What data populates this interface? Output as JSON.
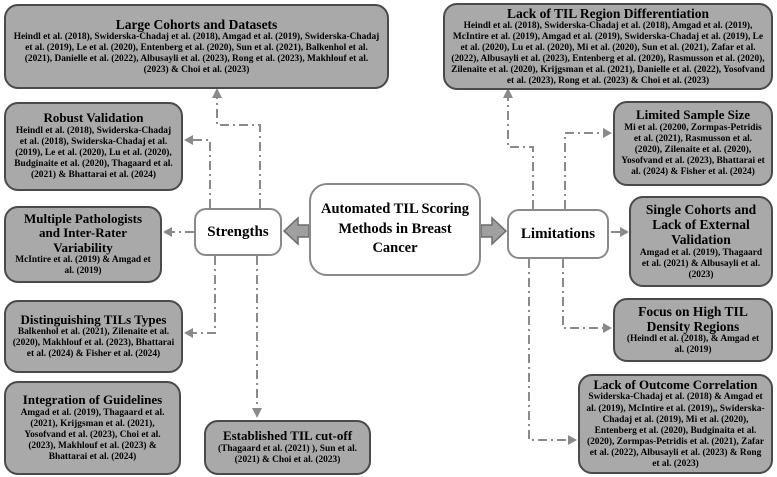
{
  "center_box": {
    "title": "Automated TIL Scoring Methods in Breast Cancer"
  },
  "branch_labels": {
    "strengths": "Strengths",
    "limitations": "Limitations"
  },
  "colors": {
    "box_fill": "#a9a9a9",
    "box_border": "#4a4a4a",
    "white_box_border": "#8a8a8a",
    "connector": "#8a8a8a",
    "block_arrow_fill": "#a0a0a0",
    "block_arrow_border": "#6b6b6b"
  },
  "strength_boxes": {
    "large_cohorts": {
      "title": "Large Cohorts and Datasets",
      "refs": "Heindl et al. (2018), Swiderska-Chadaj et al. (2018), Amgad et al. (2019), Swiderska-Chadaj et al.  (2019), Le et al. (2020), Entenberg et al. (2020), Sun et al.  (2021), Balkenhol et al. (2021), Danielle et al. (2022), Albusayli et al. (2023), Rong  et al.  (2023), Makhlouf et al. (2023) & Choi et al. (2023)"
    },
    "robust_validation": {
      "title": "Robust Validation",
      "refs": "Heindl et al. (2018), Swiderska-Chadaj et al. (2018), Swiderska-Chadaj et al.  (2019), Le et al. (2020), Lu et al. (2020), Budginaite et al. (2020), Thagaard et al. (2021) & Bhattarai et al. (2024)"
    },
    "multiple_pathologists": {
      "title": "Multiple Pathologists and Inter-Rater Variability",
      "refs": "McIntire et al. (2019)  & Amgad et al. (2019)"
    },
    "distinguishing_tils": {
      "title": "Distinguishing  TILs Types",
      "refs": "Balkenhol et al. (2021), Zilenaite et al. (2020), Makhlouf et al. (2023), Bhattarai et al. (2024)  & Fisher et al. (2024)"
    },
    "integration_guidelines": {
      "title": "Integration  of Guidelines",
      "refs": "Amgad et al. (2019), Thagaard et al. (2021), Krijgsman et al. (2021), Yosofvand et al. (2023), Choi et al. (2023), Makhlouf et al. (2023)  & Bhattarai et al. (2024)"
    },
    "established_cutoff": {
      "title": "Established TIL cut-off",
      "refs": "(Thagaard et al. (2021) ), Sun et al. (2021) & Choi et al. (2023)"
    }
  },
  "limitation_boxes": {
    "lack_til_region": {
      "title": "Lack of TIL Region Differentiation",
      "refs": "Heindl et al. (2018), Swiderska-Chadaj et al. (2018), Amgad et al. (2019), McIntire et al. (2019), Amgad et al. (2019), Swiderska-Chadaj et al.  (2019), Le et al. (2020), Lu et al. (2020), Mi et al.  (2020), Sun et al.  (2021), Zafar et al. (2022), Albusayli et al. (2023), Entenberg et al. (2020), Rasmusson et al. (2020), Zilenaite et al.  (2020), Krijgsman et al. (2021), Danielle et al. (2022), Yosofvand et al. (2023), Rong et al. (2023) & Choi et al. (2023)"
    },
    "limited_sample_size": {
      "title": "Limited  Sample  Size",
      "refs": "Mi et al.  (20200, Zormpas-Petridis et al. (2021), Rasmusson et al. (2020), Zilenaite et al.  (2020), Yosofvand et al. (2023), Bhattarai et al. (2024) & Fisher et al. (2024)"
    },
    "single_cohorts": {
      "title": "Single Cohorts and Lack of External Validation",
      "refs": "Amgad et al. (2019), Thagaard et al. (2021) & Albusayli et al. (2023)"
    },
    "focus_high_til": {
      "title": "Focus on High TIL Density Regions",
      "refs": "(Heindl et al. (2018), & Amgad et al. (2019)"
    },
    "lack_outcome": {
      "title": "Lack of Outcome  Correlation",
      "refs": "Swiderska-Chadaj et al. (2018) & Amgad et al. (2019), McIntire et al. (2019),, Swiderska-Chadaj et al.  (2019), Mi et al.  (2020), Entenberg  et al. (2020), Budginaita et al.  (2020), Zormpas-Petridis et al. (2021), Zafar et al. (2022), Albusayli et al. (2023)  & Rong et al.  (2023)"
    }
  }
}
